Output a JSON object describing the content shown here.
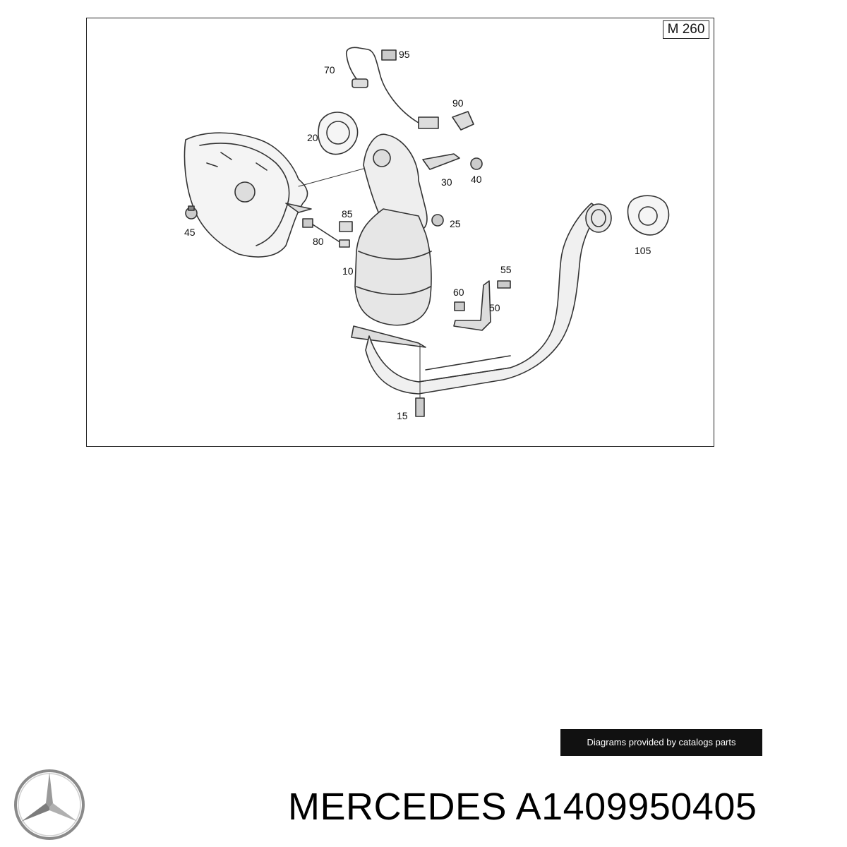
{
  "diagram": {
    "code": "M 260",
    "callouts": [
      "95",
      "70",
      "90",
      "20",
      "30",
      "40",
      "45",
      "85",
      "25",
      "80",
      "105",
      "10",
      "55",
      "60",
      "50",
      "15"
    ]
  },
  "credit": {
    "text": "Diagrams provided by catalogs parts"
  },
  "brand": {
    "name": "MERCEDES",
    "part_number": "A1409950405",
    "logo_icon": "mercedes-star-icon"
  }
}
